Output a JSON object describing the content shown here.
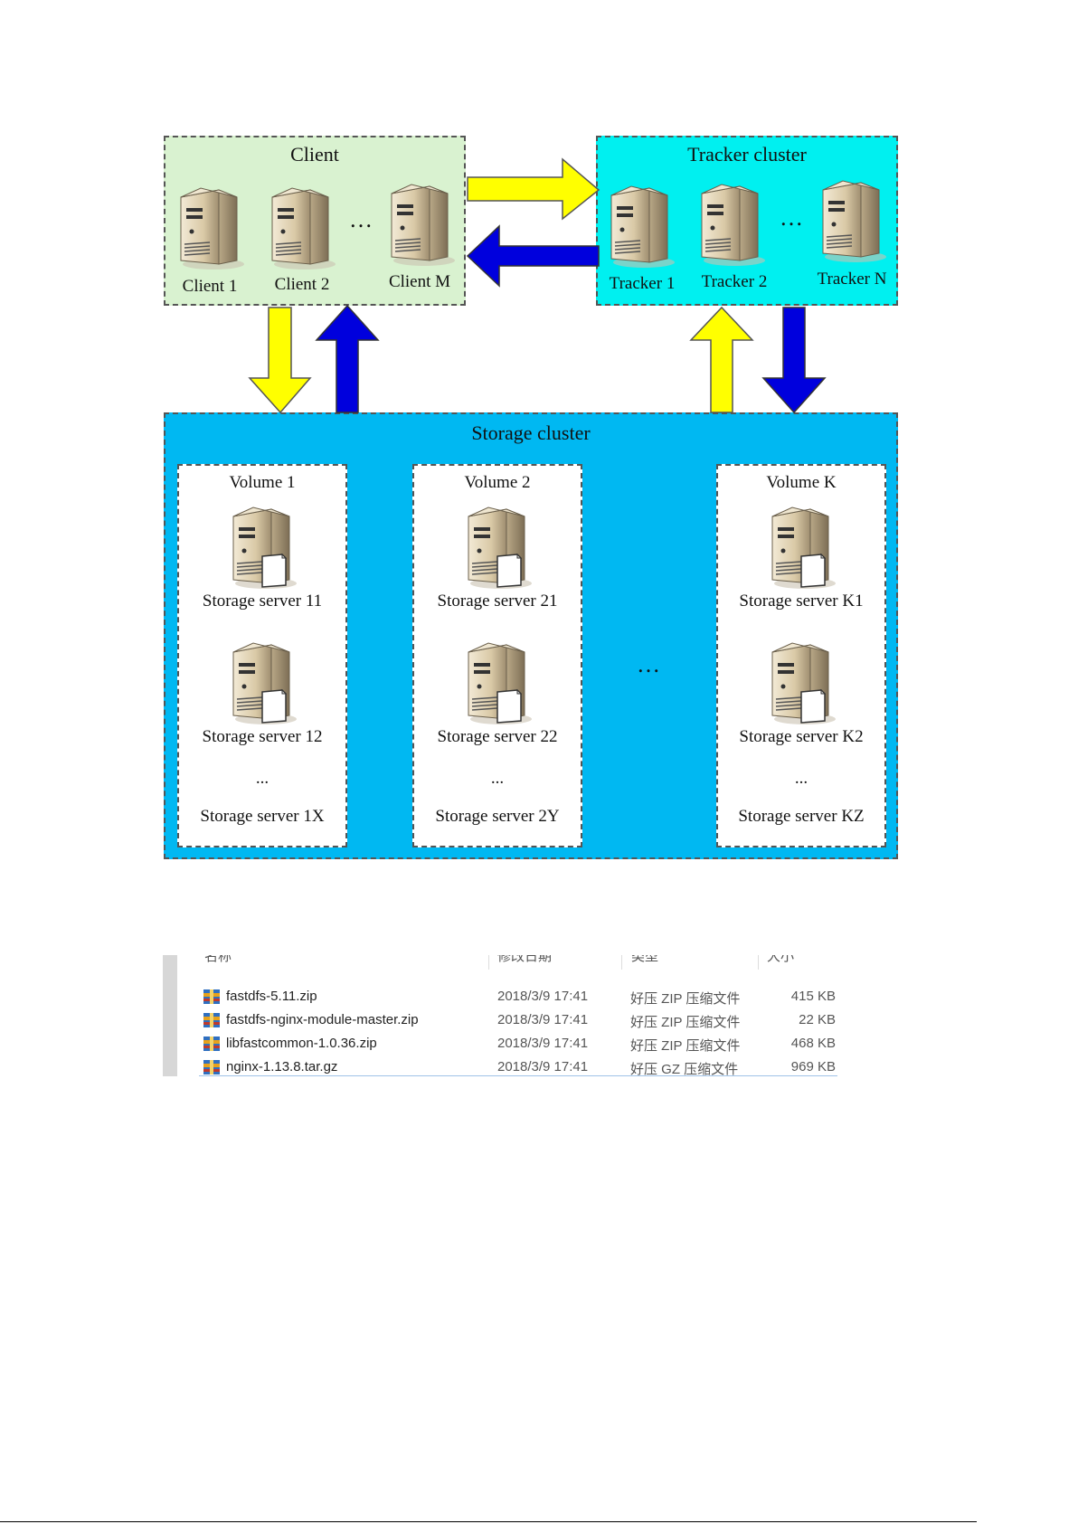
{
  "diagram": {
    "client_title": "Client",
    "tracker_title": "Tracker cluster",
    "storage_title": "Storage cluster",
    "dots": "…",
    "clients": [
      "Client 1",
      "Client 2",
      "Client M"
    ],
    "trackers": [
      "Tracker 1",
      "Tracker 2",
      "Tracker N"
    ],
    "volumes": [
      {
        "title": "Volume 1",
        "servers": [
          "Storage server 11",
          "Storage server 12"
        ],
        "ellipsis": "...",
        "last": "Storage server 1X"
      },
      {
        "title": "Volume 2",
        "servers": [
          "Storage server 21",
          "Storage server 22"
        ],
        "ellipsis": "...",
        "last": "Storage server 2Y"
      },
      {
        "title": "Volume K",
        "servers": [
          "Storage server K1",
          "Storage server K2"
        ],
        "ellipsis": "...",
        "last": "Storage server KZ"
      }
    ],
    "colors": {
      "client_bg": "#d9f2d0",
      "tracker_bg": "#00f0f0",
      "storage_bg": "#00b8f2",
      "arrow_yellow": "#ffff00",
      "arrow_blue": "#0000dd"
    }
  },
  "file_list": {
    "headers": [
      "名称",
      "修改日期",
      "类型",
      "大小"
    ],
    "rows": [
      {
        "icon": "archive-icon",
        "name": "fastdfs-5.11.zip",
        "date": "2018/3/9 17:41",
        "type": "好压 ZIP 压缩文件",
        "size": "415 KB"
      },
      {
        "icon": "archive-icon",
        "name": "fastdfs-nginx-module-master.zip",
        "date": "2018/3/9 17:41",
        "type": "好压 ZIP 压缩文件",
        "size": "22 KB"
      },
      {
        "icon": "archive-icon",
        "name": "libfastcommon-1.0.36.zip",
        "date": "2018/3/9 17:41",
        "type": "好压 ZIP 压缩文件",
        "size": "468 KB"
      },
      {
        "icon": "archive-icon",
        "name": "nginx-1.13.8.tar.gz",
        "date": "2018/3/9 17:41",
        "type": "好压 GZ 压缩文件",
        "size": "969 KB"
      }
    ]
  }
}
